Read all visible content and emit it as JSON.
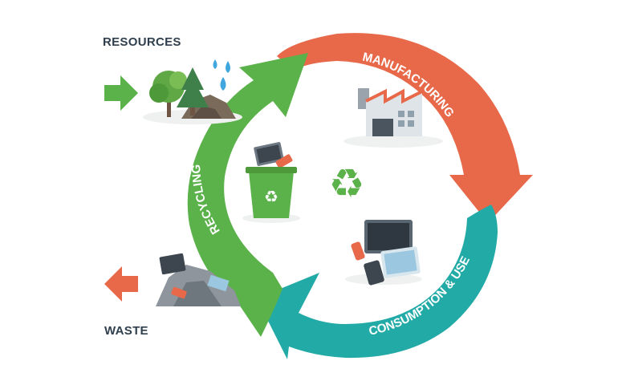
{
  "labels": {
    "resources": "RESOURCES",
    "waste": "WASTE",
    "manufacturing": "MANUFACTURING",
    "consumption": "CONSUMPTION & USE",
    "recycling": "RECYCLING"
  },
  "colors": {
    "manufacturing": "#e8694a",
    "consumption": "#22aaa6",
    "recycling": "#5bb24a",
    "label_dark": "#2f3f4d"
  },
  "icons": {
    "resources_arrow": "arrow-right-icon",
    "waste_arrow": "arrow-left-icon",
    "center": "recycle-symbol-icon"
  }
}
